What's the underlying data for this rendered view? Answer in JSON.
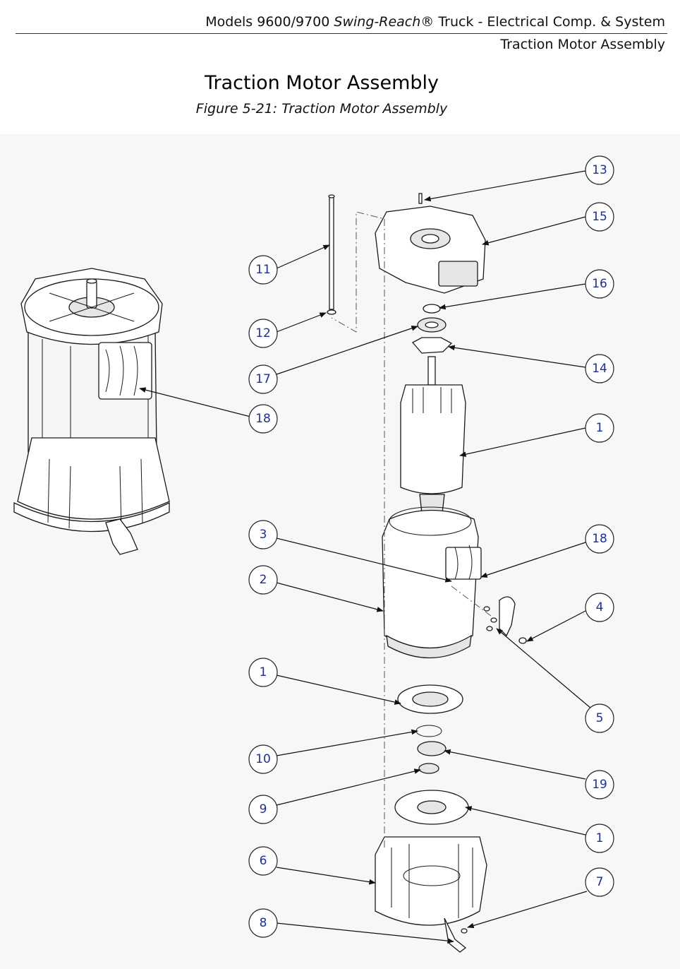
{
  "header": {
    "models_prefix": "Models 9600/9700 ",
    "models_italic": "Swing-Reach",
    "models_suffix": "® Truck - Electrical Comp. & System",
    "section": "Traction Motor Assembly"
  },
  "title": "Traction Motor Assembly",
  "caption": "Figure 5-21: Traction Motor Assembly",
  "callouts": [
    "13",
    "15",
    "11",
    "16",
    "12",
    "17",
    "14",
    "18",
    "1",
    "3",
    "18",
    "2",
    "4",
    "1",
    "5",
    "10",
    "19",
    "9",
    "1",
    "6",
    "7",
    "8"
  ]
}
